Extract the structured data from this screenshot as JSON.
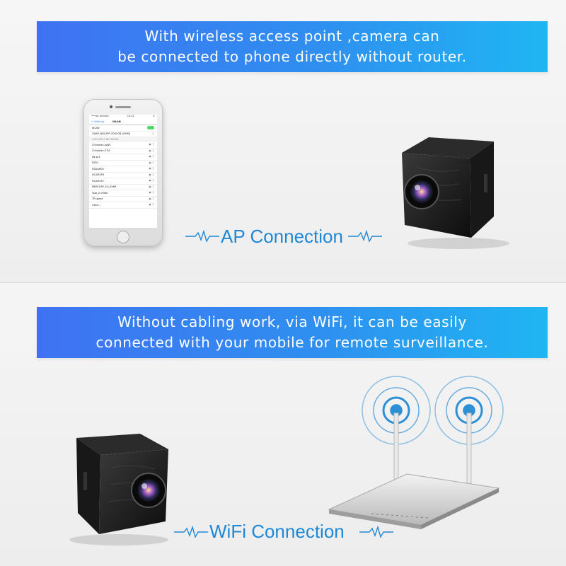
{
  "top_section": {
    "banner_line1": "With wireless access point ,camera can",
    "banner_line2": "be connected to phone directly  without router.",
    "connection_label": "AP Connection",
    "phone_screen": {
      "status_left": "•••oo Unicom",
      "status_time": "10:41",
      "back_label": "< Settings",
      "title": "WLAN",
      "wlan_label": "WLAN",
      "connected_network": "2WAP_NDL5PP-7DX5OB-UFMNJ",
      "choose_label": "CHOOSE A NETWORK...",
      "networks": [
        "Chinahan-jizN5",
        "Chinahan-STIA",
        "JW-wi1",
        "ESD1",
        "ESDAM02",
        "HCAM1F6",
        "HCAM1F2",
        "MERCURY_5G_6569",
        "Task_EuF080",
        "TP-tpeye",
        "Other..."
      ]
    }
  },
  "bottom_section": {
    "banner_line1": "Without cabling work, via WiFi, it can be easily",
    "banner_line2": "connected with your mobile for remote surveillance.",
    "connection_label": "WiFi Connection"
  }
}
